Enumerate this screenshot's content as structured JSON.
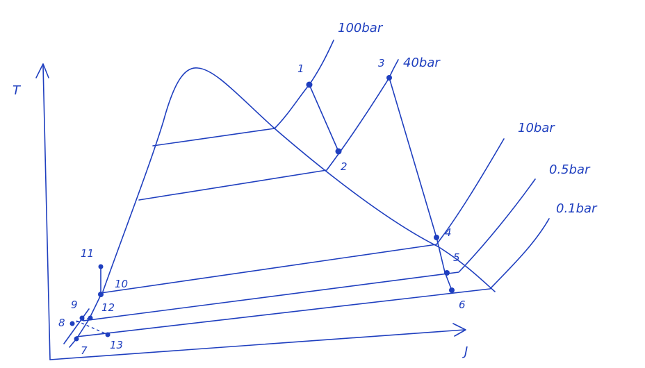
{
  "axes": {
    "y_label": "T",
    "x_label": "J"
  },
  "isobars": {
    "p100": "100bar",
    "p40": "40bar",
    "p10": "10bar",
    "p05": "0.5bar",
    "p01": "0.1bar"
  },
  "points": {
    "p1": "1",
    "p2": "2",
    "p3": "3",
    "p4": "4",
    "p5": "5",
    "p6": "6",
    "p7": "7",
    "p8": "8",
    "p9": "9",
    "p10": "10",
    "p11": "11",
    "p12": "12",
    "p13": "13"
  },
  "colors": {
    "ink": "#1f3fbf",
    "background": "#ffffff"
  }
}
